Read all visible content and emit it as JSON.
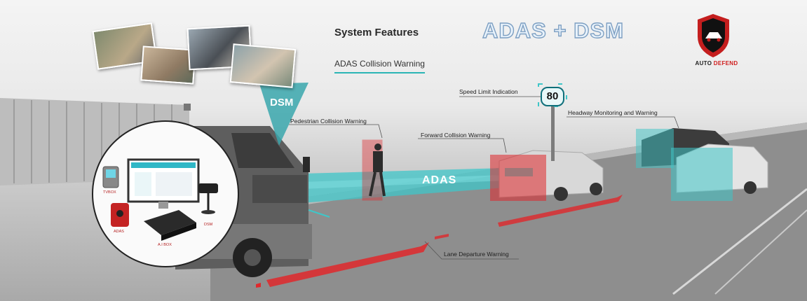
{
  "header": {
    "system_features": "System Features",
    "adas_collision_warning": "ADAS Collision Warning",
    "title": "ADAS + DSM"
  },
  "brand": {
    "name_part1": "AUTO ",
    "name_part2": "DEFEND"
  },
  "scene_labels": {
    "dsm": "DSM",
    "adas": "ADAS",
    "speed_limit_indication": "Speed Limit Indication",
    "speed_value": "80",
    "headway_monitoring": "Headway Monitoring and Warning",
    "pedestrian_collision": "Pedestrian Collision Warning",
    "forward_collision": "Forward Collision Warning",
    "lane_departure": "Lane Departure Warning"
  },
  "devices": {
    "tvbox": "TVBOX",
    "adas": "ADAS",
    "ai_box": "A.I BOX",
    "dsm": "DSM"
  },
  "colors": {
    "teal": "#3fc6c8",
    "red_warning": "#e0282c",
    "accent_line": "#2bb5b5",
    "title_outline": "#7d9fc2"
  }
}
